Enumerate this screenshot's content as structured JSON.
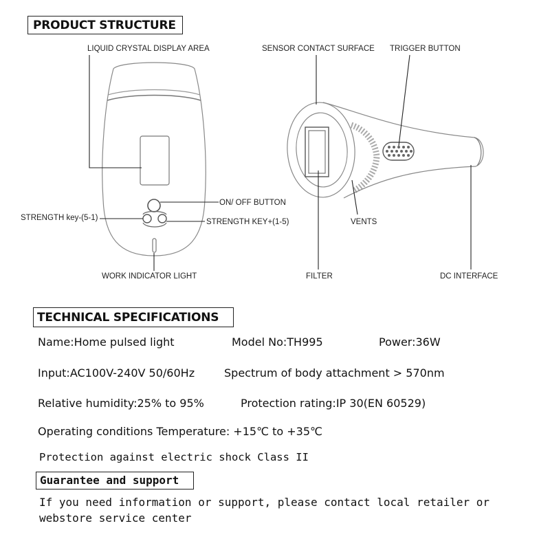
{
  "sections": {
    "product_structure": "PRODUCT STRUCTURE",
    "technical_specifications": "TECHNICAL SPECIFICATIONS",
    "guarantee": "Guarantee and support"
  },
  "front_labels": {
    "lcd": "LIQUID CRYSTAL DISPLAY AREA",
    "on_off": "ON/ OFF BUTTON",
    "strength_minus": "STRENGTH key-(5-1)",
    "strength_plus": "STRENGTH KEY+(1-5)",
    "work_light": "WORK INDICATOR LIGHT"
  },
  "side_labels": {
    "sensor": "SENSOR CONTACT SURFACE",
    "trigger": "TRIGGER BUTTON",
    "vents": "VENTS",
    "filter": "FILTER",
    "dc": "DC INTERFACE"
  },
  "specs": {
    "name": "Name:Home pulsed light",
    "model": "Model No:TH995",
    "power": "Power:36W",
    "input": "Input:AC100V-240V 50/60Hz",
    "spectrum": "Spectrum of body attachment > 570nm",
    "humidity": "Relative humidity:25% to 95%",
    "protection_rating": "Protection rating:IP 30(EN 60529)",
    "operating": "Operating conditions Temperature: +15℃ to +35℃",
    "shock": "Protection against electric shock Class II"
  },
  "support": {
    "line1": "If you need information or support, please contact local retailer or",
    "line2": "webstore service center"
  }
}
